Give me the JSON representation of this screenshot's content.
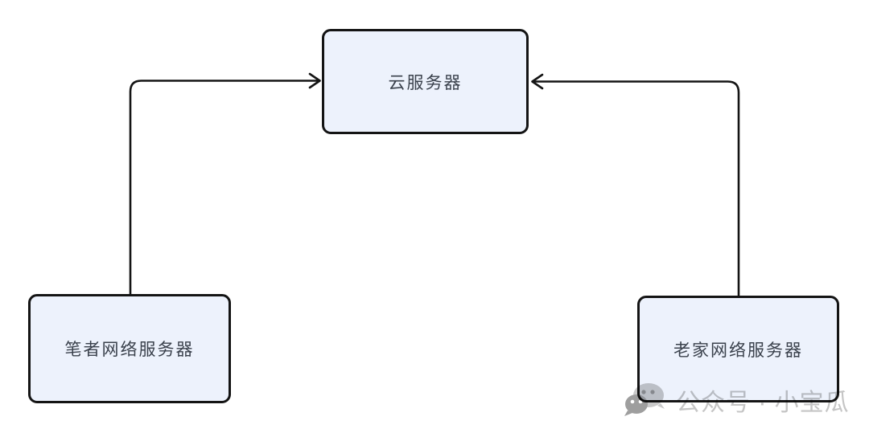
{
  "diagram": {
    "type": "network-topology",
    "nodes": {
      "cloud": {
        "label": "云服务器"
      },
      "author": {
        "label": "笔者网络服务器"
      },
      "hometown": {
        "label": "老家网络服务器"
      }
    },
    "edges": [
      {
        "from": "author",
        "to": "cloud",
        "arrow_enters": "left-side-of-cloud"
      },
      {
        "from": "hometown",
        "to": "cloud",
        "arrow_enters": "right-side-of-cloud"
      }
    ],
    "colors": {
      "background": "#FFFFFF",
      "node_fill": "#EDF2FC",
      "node_border": "#141414",
      "node_text": "#3A414C",
      "edge_line": "#141414",
      "watermark_text": "#C5C5C5",
      "watermark_icon": "#9E9E9E"
    }
  },
  "watermark": {
    "icon": "wechat-icon",
    "text": "公众号 · 小宝瓜"
  }
}
